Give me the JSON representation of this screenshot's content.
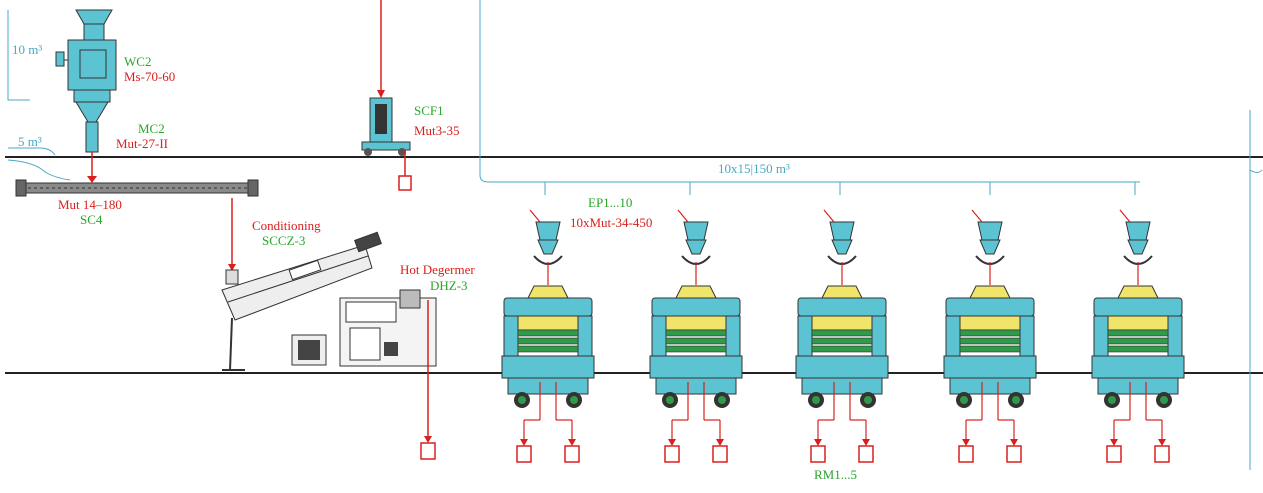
{
  "labels": {
    "vol_10": "10 m³",
    "vol_5": "5 m³",
    "wc2_code": "WC2",
    "wc2_model": "Ms-70-60",
    "mc2_code": "MC2",
    "mc2_model": "Mut-27-II",
    "scf1_code": "SCF1",
    "scf1_model": "Mut3-35",
    "sc4_model": "Mut 14–180",
    "sc4_code": "SC4",
    "conditioning_title": "Conditioning",
    "conditioning_code": "SCCZ-3",
    "degermer_title": "Hot Degermer",
    "degermer_code": "DHZ-3",
    "ep_code": "EP1...10",
    "ep_model": "10xMut-34-450",
    "pipe_spec": "10x15|150 m³",
    "rm_code": "RM1...5"
  },
  "colors": {
    "process_red": "#d9201e",
    "code_green": "#2aa52a",
    "pipe_cyan": "#4aa9c4",
    "machine_cyan": "#5cc3d3",
    "roll_yellow": "#f1e46a",
    "roll_green": "#2f9a4a",
    "steel_gray": "#8a8a8a",
    "floor_black": "#222222"
  },
  "mills": {
    "count": 5
  }
}
